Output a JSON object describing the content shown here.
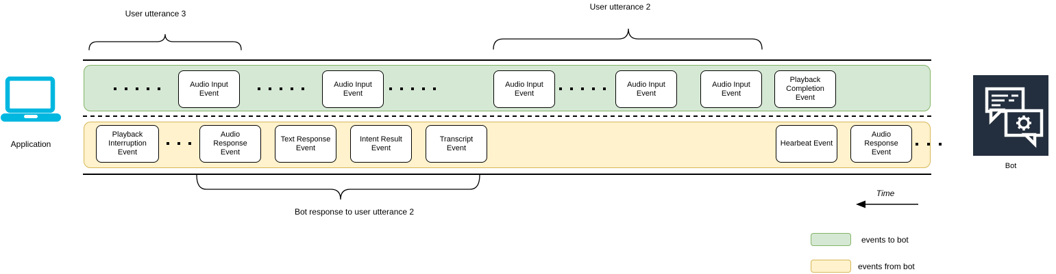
{
  "app": {
    "label": "Application"
  },
  "bot": {
    "label": "Bot"
  },
  "braces": {
    "user_utterance_3": "User utterance 3",
    "user_utterance_2": "User utterance 2",
    "bot_response": "Bot response to user utterance 2"
  },
  "time_label": "Time",
  "lanes": {
    "to_bot": {
      "fill": "#d5e8d4",
      "stroke": "#82b366",
      "events": [
        {
          "label": "Audio Input Event"
        },
        {
          "label": "Audio Input Event"
        },
        {
          "label": "Audio Input Event"
        },
        {
          "label": "Audio Input Event"
        },
        {
          "label": "Audio Input Event"
        },
        {
          "label": "Playback Completion Event"
        }
      ]
    },
    "from_bot": {
      "fill": "#fff2cc",
      "stroke": "#d6b656",
      "events": [
        {
          "label": "Playback Interruption Event"
        },
        {
          "label": "Audio Response Event"
        },
        {
          "label": "Text Response Event"
        },
        {
          "label": "Intent Result Event"
        },
        {
          "label": "Transcript Event"
        },
        {
          "label": "Hearbeat Event"
        },
        {
          "label": "Audio Response Event"
        }
      ]
    }
  },
  "legend": {
    "items": [
      {
        "label": "events to bot",
        "fill": "#d5e8d4",
        "stroke": "#82b366"
      },
      {
        "label": "events from bot",
        "fill": "#fff2cc",
        "stroke": "#d6b656"
      }
    ]
  },
  "colors": {
    "laptop": "#00b7e0",
    "bot_background": "#232f3e",
    "line": "#000000"
  }
}
